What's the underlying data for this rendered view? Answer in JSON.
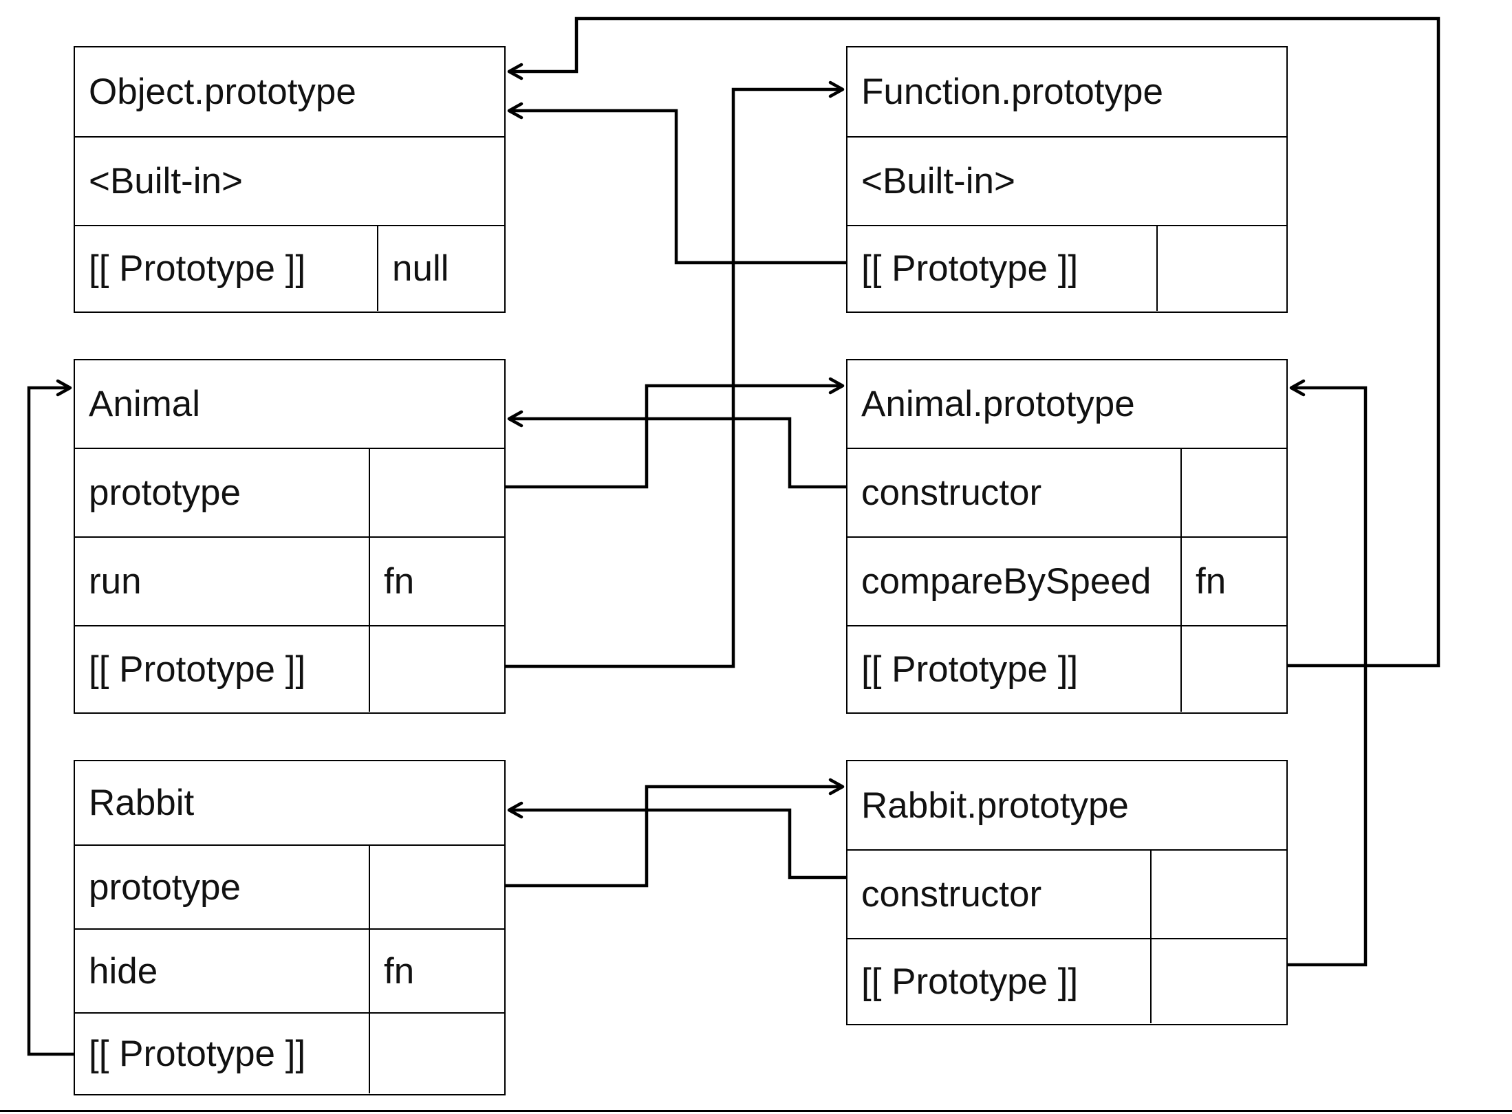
{
  "boxes": {
    "object_prototype": {
      "title": "Object.prototype",
      "rows": [
        {
          "name": "<Built-in>",
          "value": ""
        },
        {
          "name": "[[ Prototype ]]",
          "value": "null"
        }
      ]
    },
    "function_prototype": {
      "title": "Function.prototype",
      "rows": [
        {
          "name": "<Built-in>",
          "value": ""
        },
        {
          "name": "[[ Prototype ]]",
          "value": ""
        }
      ]
    },
    "animal": {
      "title": "Animal",
      "rows": [
        {
          "name": "prototype",
          "value": ""
        },
        {
          "name": "run",
          "value": "fn"
        },
        {
          "name": "[[ Prototype ]]",
          "value": ""
        }
      ]
    },
    "animal_prototype": {
      "title": "Animal.prototype",
      "rows": [
        {
          "name": "constructor",
          "value": ""
        },
        {
          "name": "compareBySpeed",
          "value": "fn"
        },
        {
          "name": "[[ Prototype ]]",
          "value": ""
        }
      ]
    },
    "rabbit": {
      "title": "Rabbit",
      "rows": [
        {
          "name": "prototype",
          "value": ""
        },
        {
          "name": "hide",
          "value": "fn"
        },
        {
          "name": "[[ Prototype ]]",
          "value": ""
        }
      ]
    },
    "rabbit_prototype": {
      "title": "Rabbit.prototype",
      "rows": [
        {
          "name": "constructor",
          "value": ""
        },
        {
          "name": "[[ Prototype ]]",
          "value": ""
        }
      ]
    }
  }
}
